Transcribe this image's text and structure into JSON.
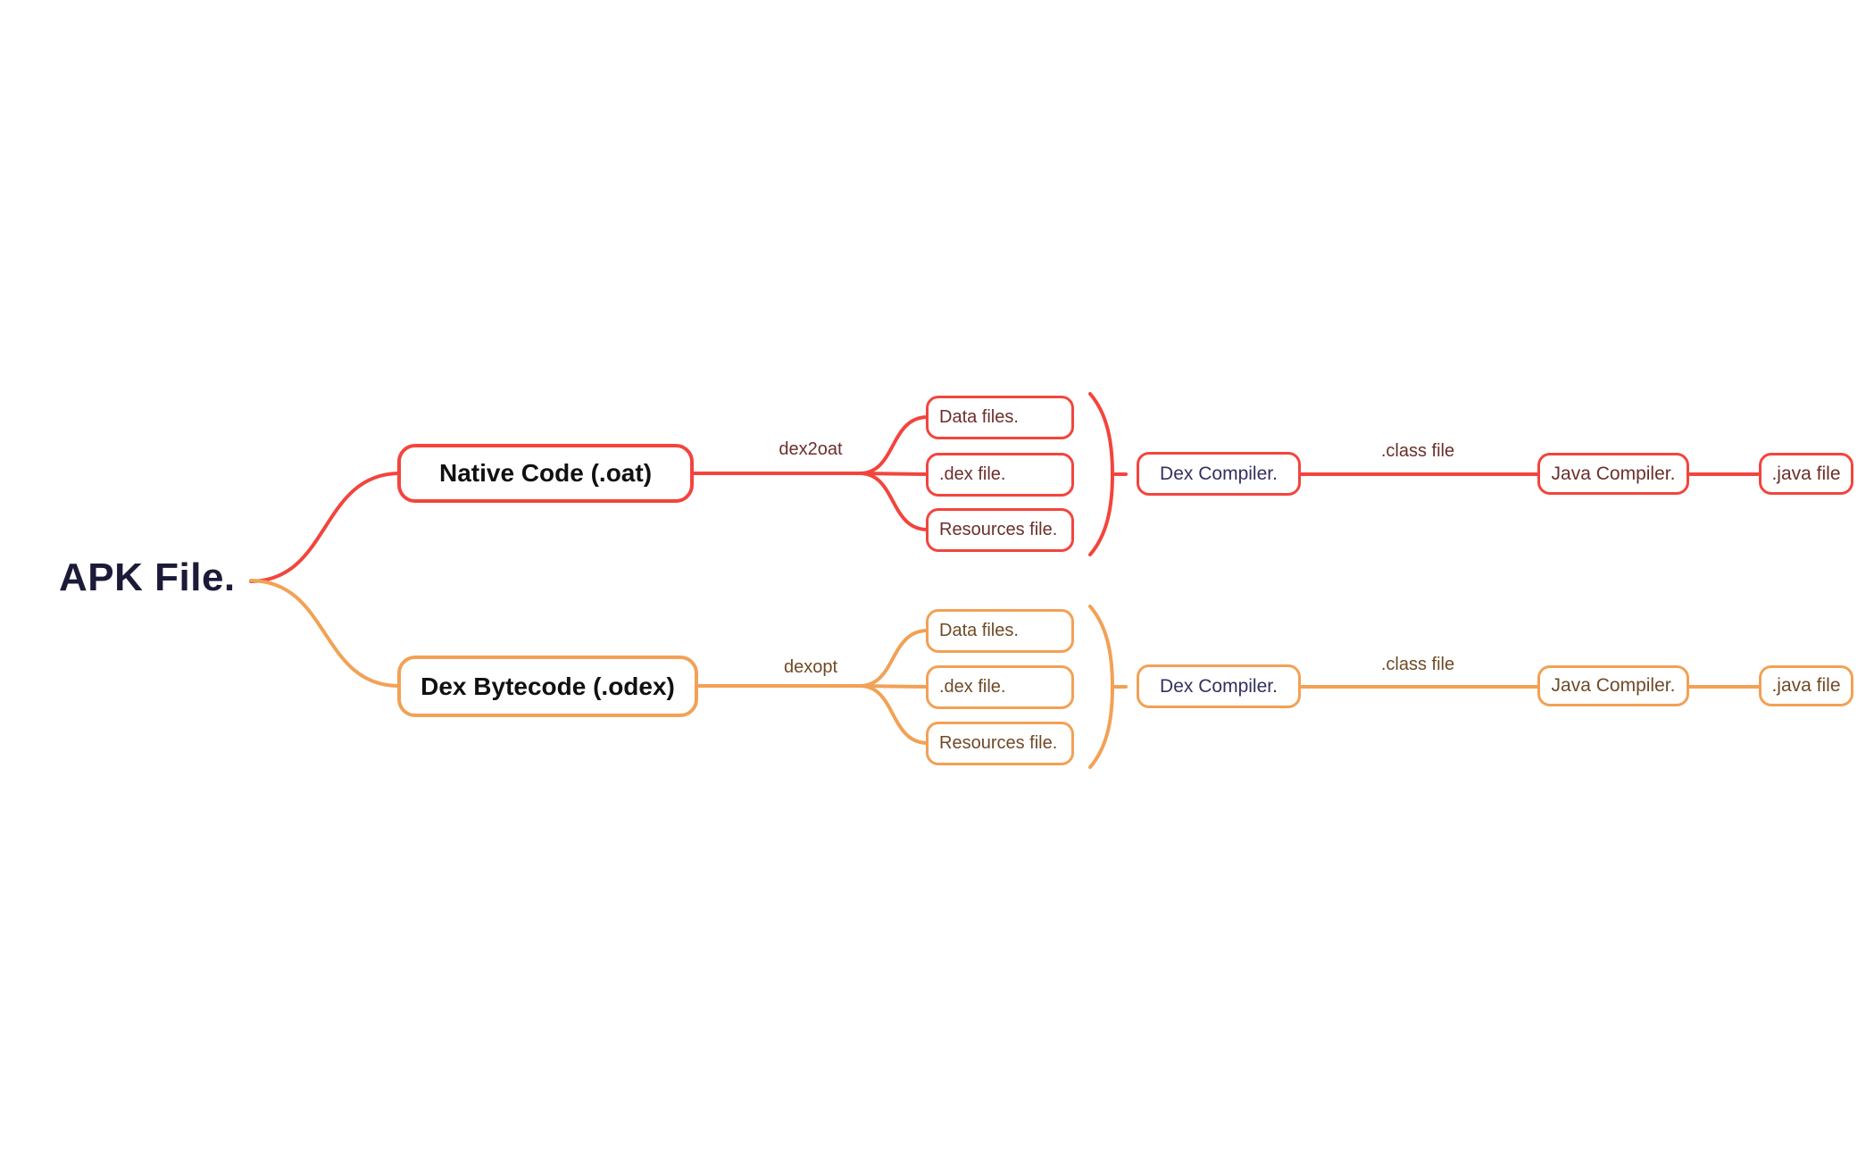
{
  "title": {
    "label": "APK File."
  },
  "colors": {
    "red": "#F2453D",
    "orange": "#F2A155",
    "ink": "#1B1A38",
    "navy_text": "#32315E",
    "maroon_text": "#6B2F2B",
    "brown_text": "#6F4A26",
    "node_text": "#111111",
    "background": "#FFFFFF"
  },
  "branches": [
    {
      "name": "native-code",
      "accent": "#F2453D",
      "node": "Native Code (.oat)",
      "process": "dex2oat",
      "files": [
        "Data files.",
        ".dex file.",
        "Resources file."
      ],
      "dex_compiler": "Dex Compiler.",
      "class_file": ".class file",
      "java_compiler": "Java Compiler.",
      "java_file": ".java file"
    },
    {
      "name": "dex-bytecode",
      "accent": "#F2A155",
      "node": "Dex Bytecode (.odex)",
      "process": "dexopt",
      "files": [
        "Data files.",
        ".dex file.",
        "Resources file."
      ],
      "dex_compiler": "Dex Compiler.",
      "class_file": ".class file",
      "java_compiler": "Java Compiler.",
      "java_file": ".java file"
    }
  ]
}
